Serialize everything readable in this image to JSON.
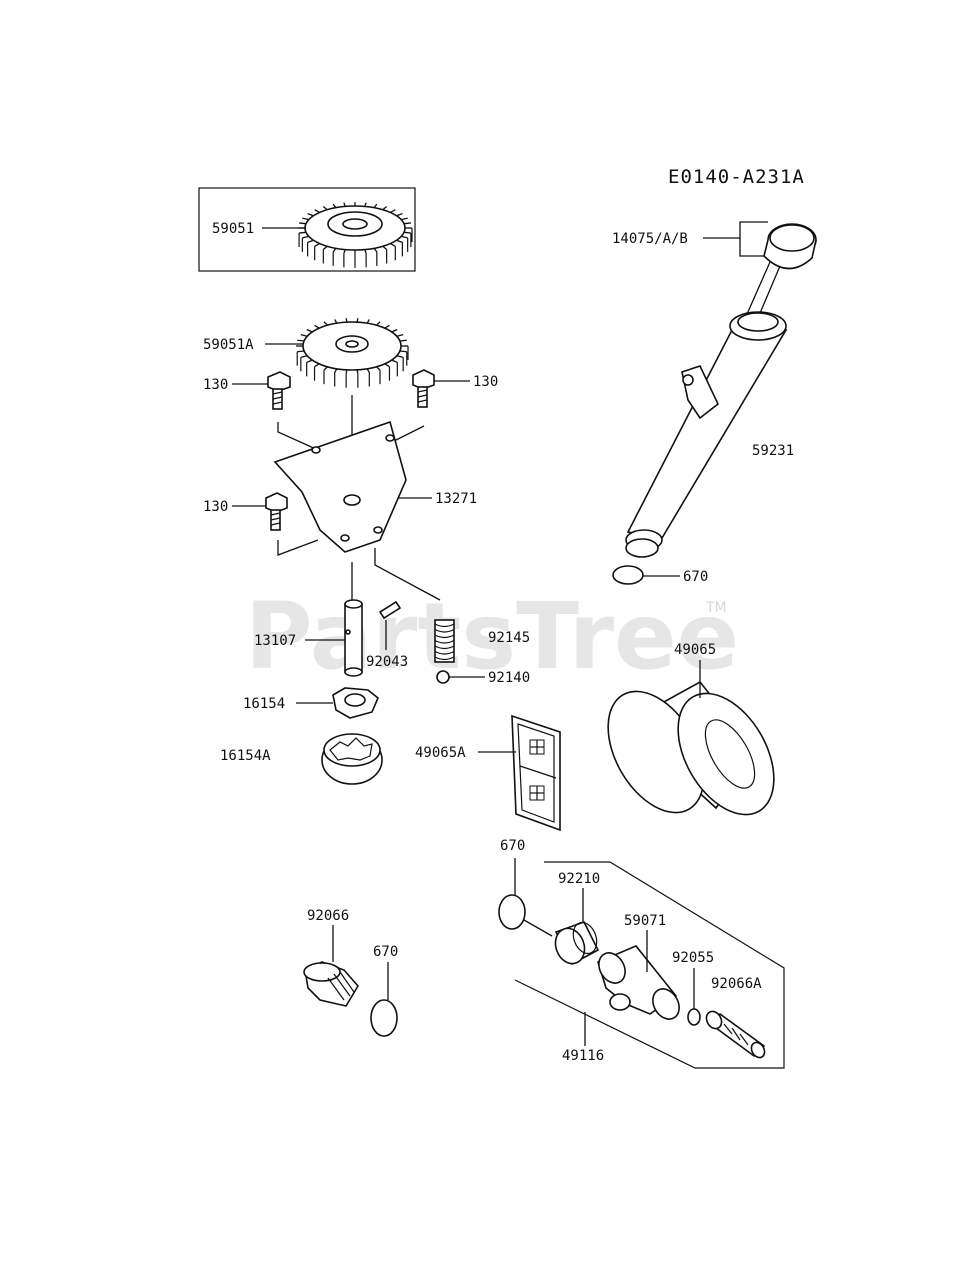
{
  "diagram": {
    "code": "E0140-A231A",
    "watermark": "PartsTree",
    "watermark_tm": "TM",
    "labels": {
      "p59051": "59051",
      "p14075": "14075/A/B",
      "p59051A": "59051A",
      "p130_a": "130",
      "p130_b": "130",
      "p130_c": "130",
      "p13271": "13271",
      "p59231": "59231",
      "p670_a": "670",
      "p13107": "13107",
      "p92043": "92043",
      "p92145": "92145",
      "p92140": "92140",
      "p49065": "49065",
      "p16154": "16154",
      "p16154A": "16154A",
      "p49065A": "49065A",
      "p670_b": "670",
      "p92210": "92210",
      "p92066_a": "92066",
      "p59071": "59071",
      "p670_c": "670",
      "p92055": "92055",
      "p92066A": "92066A",
      "p49116": "49116"
    }
  }
}
